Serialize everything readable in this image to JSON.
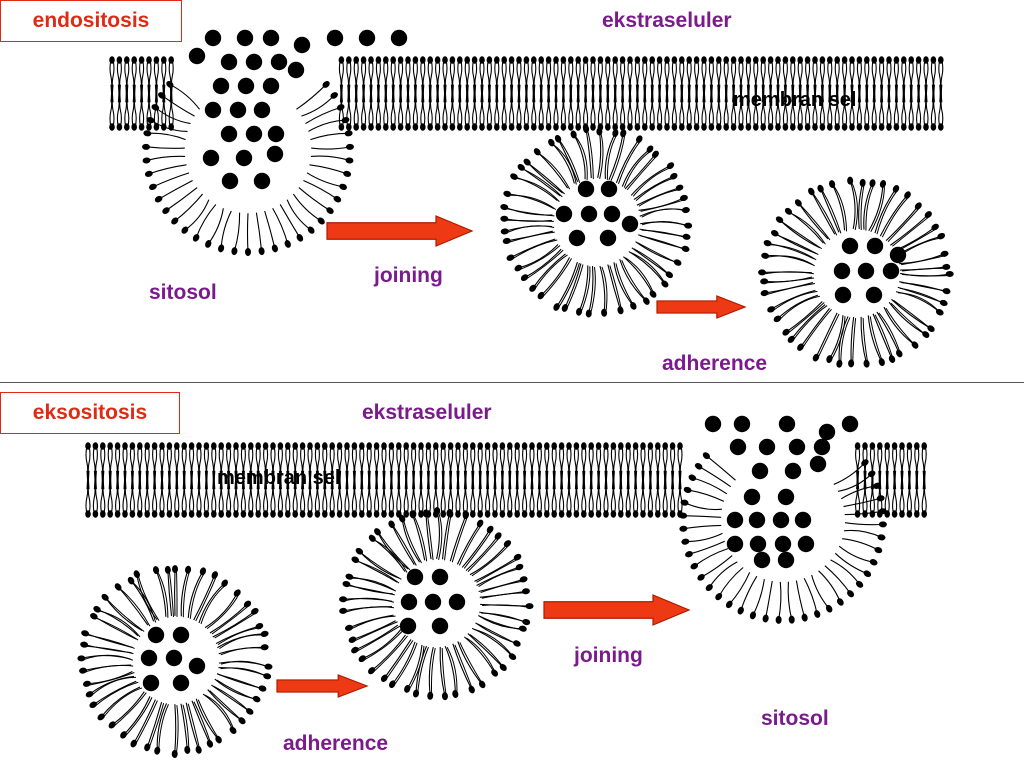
{
  "colors": {
    "label": "#7a1a8c",
    "title_box": "#e02a14",
    "arrow_fill": "#ee3a14",
    "arrow_stroke": "#b01a00",
    "lipid": "#000000",
    "divider": "#555555"
  },
  "endositosis": {
    "title": "endositosis",
    "ekstraseluler": "ekstraseluler",
    "membran": "membran sel",
    "sitosol": "sitosol",
    "step1": "joining",
    "step2": "adherence"
  },
  "eksositosis": {
    "title": "eksositosis",
    "ekstraseluler": "ekstraseluler",
    "membran": "membran sel",
    "sitosol": "sitosol",
    "step1": "adherence",
    "step2": "joining"
  }
}
